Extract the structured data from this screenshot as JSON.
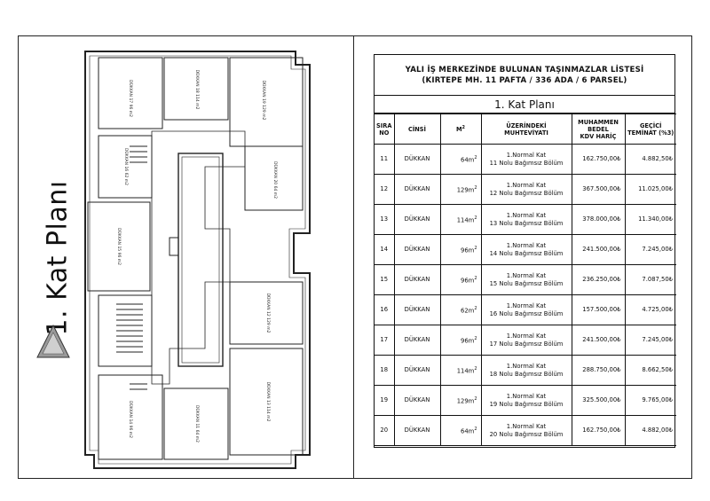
{
  "left_panel": {
    "vertical_title": "1. Kat Planı",
    "icon": "north-arrow-icon"
  },
  "plan_labels": [
    "DÜKKAN 17\n96 m2",
    "DÜKKAN 18\n114 m2",
    "DÜKKAN 19\n129 m2",
    "DÜKKAN 20\n64 m2",
    "DÜKKAN 16\n62 m2",
    "DÜKKAN 15\n96 m2",
    "DÜKKAN 11\n64 m2",
    "DÜKKAN 12\n129 m2",
    "DÜKKAN 14\n96 m2",
    "DÜKKAN 13\n114 m2"
  ],
  "list": {
    "title_line1": "YALI İŞ MERKEZİNDE BULUNAN TAŞINMAZLAR LİSTESİ",
    "title_line2": "(KIRTEPE MH. 11 PAFTA / 336 ADA / 6 PARSEL)",
    "subtitle": "1. Kat Planı",
    "headers": {
      "sira_1": "SIRA",
      "sira_2": "NO",
      "cinsi": "CİNSİ",
      "m2": "M",
      "m2_sup": "2",
      "muhteviyat_1": "ÜZERİNDEKİ",
      "muhteviyat_2": "MUHTEVİYATI",
      "bedel_1": "MUHAMMEN",
      "bedel_2": "BEDEL",
      "bedel_3": "KDV HARİÇ",
      "teminat_1": "GEÇİCİ",
      "teminat_2": "TEMİNAT (%3)"
    },
    "rows": [
      {
        "no": "11",
        "cinsi": "DÜKKAN",
        "area": "64m",
        "kat": "1.Normal Kat",
        "bolum": "11 Nolu Bağımsız Bölüm",
        "bedel": "162.750,00₺",
        "teminat": "4.882,50₺"
      },
      {
        "no": "12",
        "cinsi": "DÜKKAN",
        "area": "129m",
        "kat": "1.Normal Kat",
        "bolum": "12 Nolu Bağımsız Bölüm",
        "bedel": "367.500,00₺",
        "teminat": "11.025,00₺"
      },
      {
        "no": "13",
        "cinsi": "DÜKKAN",
        "area": "114m",
        "kat": "1.Normal Kat",
        "bolum": "13 Nolu Bağımsız Bölüm",
        "bedel": "378.000,00₺",
        "teminat": "11.340,00₺"
      },
      {
        "no": "14",
        "cinsi": "DÜKKAN",
        "area": "96m",
        "kat": "1.Normal Kat",
        "bolum": "14 Nolu Bağımsız Bölüm",
        "bedel": "241.500,00₺",
        "teminat": "7.245,00₺"
      },
      {
        "no": "15",
        "cinsi": "DÜKKAN",
        "area": "96m",
        "kat": "1.Normal Kat",
        "bolum": "15 Nolu Bağımsız Bölüm",
        "bedel": "236.250,00₺",
        "teminat": "7.087,50₺"
      },
      {
        "no": "16",
        "cinsi": "DÜKKAN",
        "area": "62m",
        "kat": "1.Normal Kat",
        "bolum": "16 Nolu Bağımsız Bölüm",
        "bedel": "157.500,00₺",
        "teminat": "4.725,00₺"
      },
      {
        "no": "17",
        "cinsi": "DÜKKAN",
        "area": "96m",
        "kat": "1.Normal Kat",
        "bolum": "17 Nolu Bağımsız Bölüm",
        "bedel": "241.500,00₺",
        "teminat": "7.245,00₺"
      },
      {
        "no": "18",
        "cinsi": "DÜKKAN",
        "area": "114m",
        "kat": "1.Normal Kat",
        "bolum": "18 Nolu Bağımsız Bölüm",
        "bedel": "288.750,00₺",
        "teminat": "8.662,50₺"
      },
      {
        "no": "19",
        "cinsi": "DÜKKAN",
        "area": "129m",
        "kat": "1.Normal Kat",
        "bolum": "19 Nolu Bağımsız Bölüm",
        "bedel": "325.500,00₺",
        "teminat": "9.765,00₺"
      },
      {
        "no": "20",
        "cinsi": "DÜKKAN",
        "area": "64m",
        "kat": "1.Normal Kat",
        "bolum": "20 Nolu Bağımsız Bölüm",
        "bedel": "162.750,00₺",
        "teminat": "4.882,00₺"
      }
    ],
    "area_sup": "2"
  }
}
